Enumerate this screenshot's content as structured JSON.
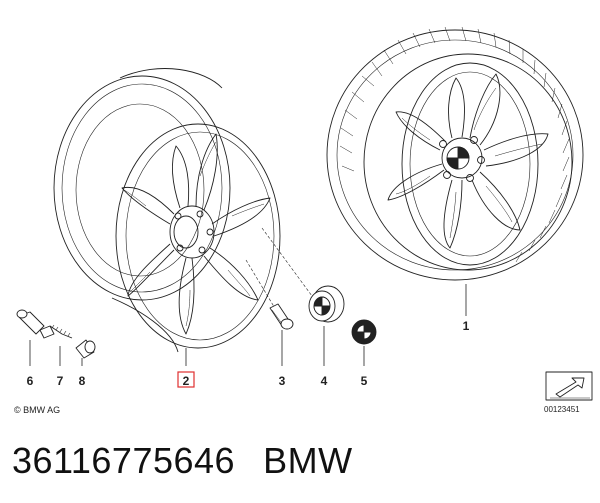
{
  "diagram": {
    "callouts": [
      {
        "id": "1",
        "label": "1"
      },
      {
        "id": "2",
        "label": "2",
        "highlighted": true
      },
      {
        "id": "3",
        "label": "3"
      },
      {
        "id": "4",
        "label": "4"
      },
      {
        "id": "5",
        "label": "5"
      },
      {
        "id": "6",
        "label": "6"
      },
      {
        "id": "7",
        "label": "7"
      },
      {
        "id": "8",
        "label": "8"
      }
    ],
    "highlight_color": "#e03030",
    "copyright": "© BMW AG",
    "document_number": "00123451"
  },
  "caption": {
    "part_number": "36116775646",
    "brand": "BMW"
  }
}
